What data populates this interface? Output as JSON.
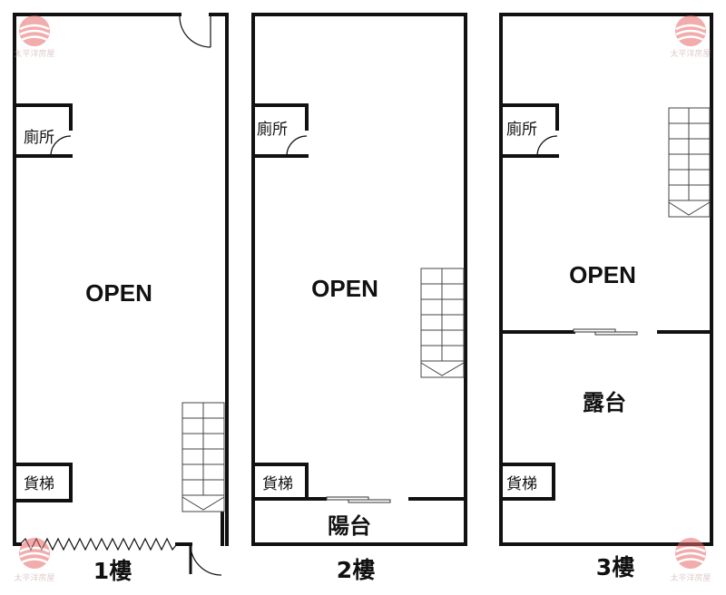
{
  "floors": [
    {
      "floor_label": "1樓",
      "main_area": "OPEN",
      "restroom": "廁所",
      "freight_elevator": "貨梯"
    },
    {
      "floor_label": "2樓",
      "main_area": "OPEN",
      "restroom": "廁所",
      "freight_elevator": "貨梯",
      "balcony": "陽台"
    },
    {
      "floor_label": "3樓",
      "main_area": "OPEN",
      "restroom": "廁所",
      "freight_elevator": "貨梯",
      "terrace": "露台"
    }
  ],
  "watermark": {
    "brand": "太平洋房屋",
    "icon": "pacific-realty-logo-icon",
    "color": "#e05050"
  }
}
